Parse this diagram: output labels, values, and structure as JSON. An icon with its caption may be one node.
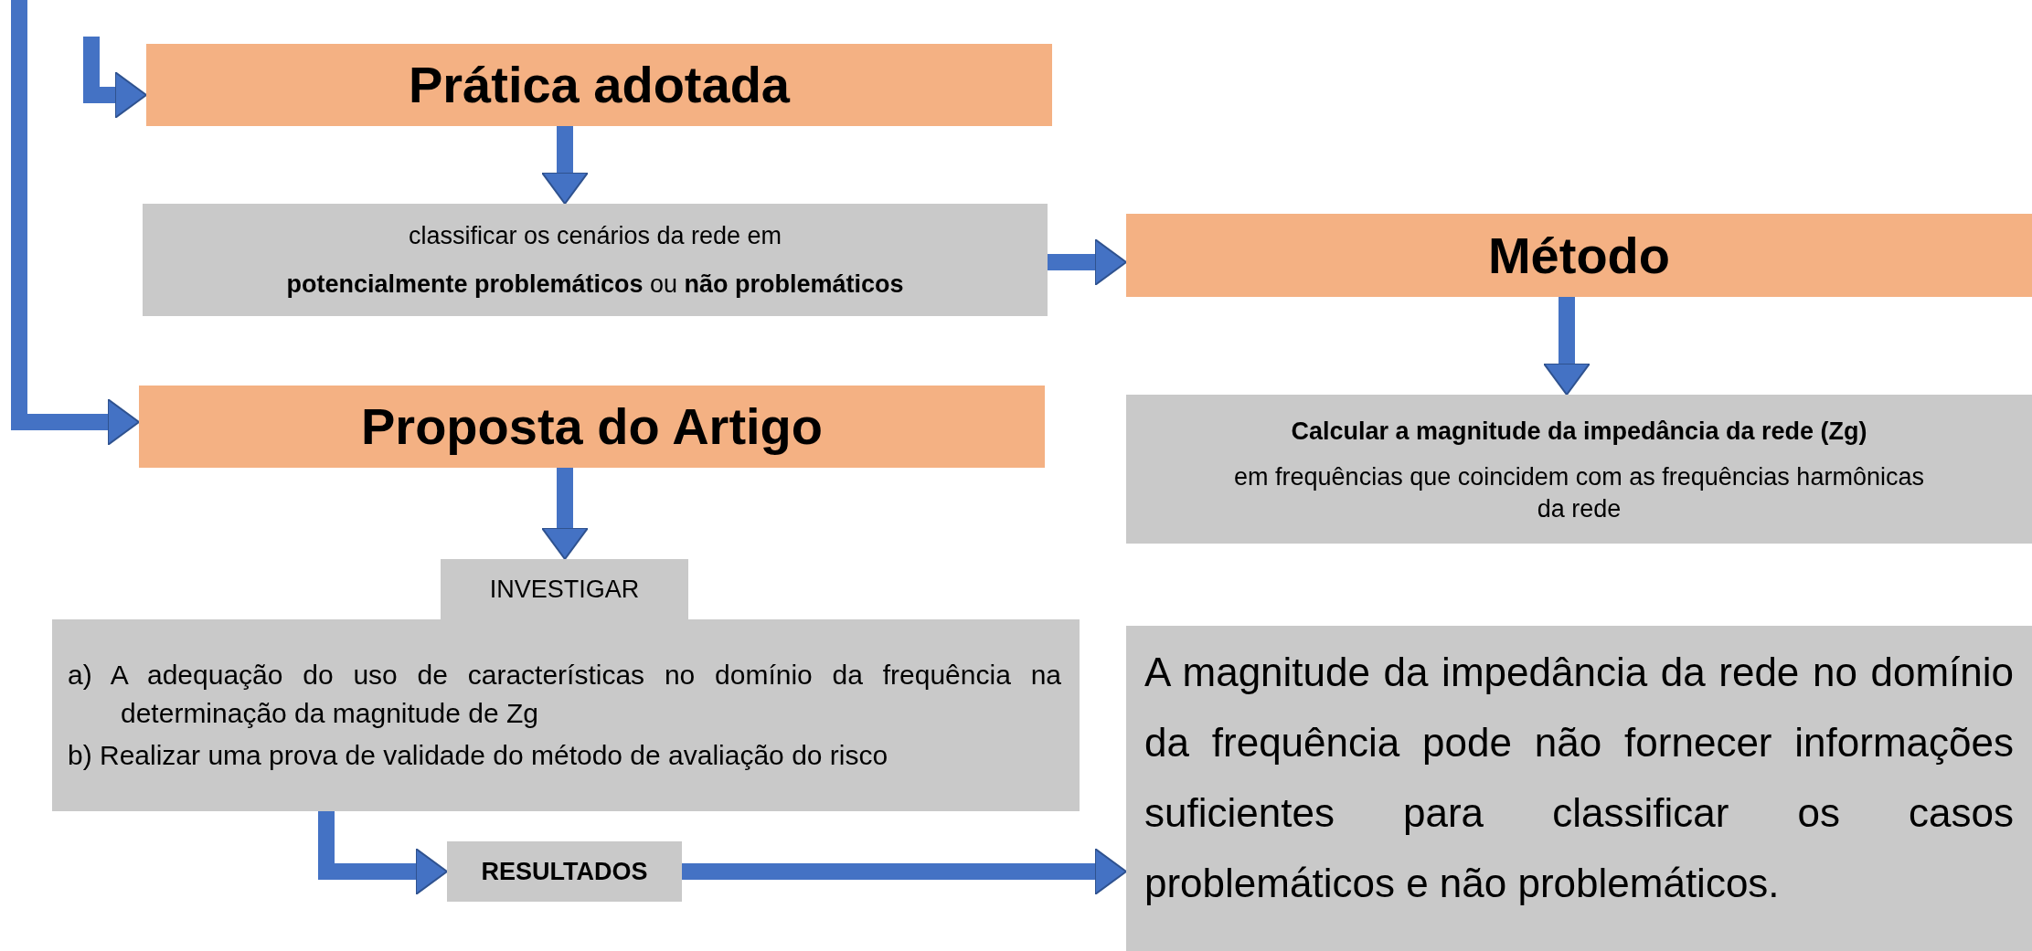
{
  "diagram": {
    "nodes": [
      {
        "text": [
          "Prática adotada"
        ]
      },
      {
        "text": [
          "classificar os cenários da rede em",
          "**potencialmente problemáticos** ou **não problemáticos**"
        ]
      },
      {
        "text": [
          "Método"
        ]
      },
      {
        "text": [
          "Proposta do Artigo"
        ]
      },
      {
        "text": [
          "Calcular a magnitude da impedância da rede (Zg)",
          "em frequências que coincidem com as frequências harmônicas da rede"
        ]
      },
      {
        "text": [
          "INVESTIGAR"
        ]
      },
      {
        "text": [
          "a) A adequação do uso de características no domínio da frequência na determinação da magnitude de Zg",
          "b) Realizar uma prova de validade do método de avaliação do risco"
        ]
      },
      {
        "text": [
          "A magnitude da impedância da rede no domínio da frequência pode não fornecer informações suficientes para classificar os casos problemáticos e não problemáticos."
        ]
      },
      {
        "text": [
          "RESULTADOS"
        ]
      }
    ],
    "edges": [
      {
        "from": null,
        "to": 3,
        "arrow": "to"
      },
      {
        "from": null,
        "to": 0,
        "arrow": "to"
      },
      {
        "from": 0,
        "to": 1,
        "arrow": "to"
      },
      {
        "from": 1,
        "to": 2,
        "arrow": "to"
      },
      {
        "from": 2,
        "to": 4,
        "arrow": "to"
      },
      {
        "from": 3,
        "to": 5,
        "arrow": "to"
      },
      {
        "from": 6,
        "to": 8,
        "arrow": "to"
      },
      {
        "from": 8,
        "to": 7,
        "arrow": "to"
      }
    ]
  }
}
